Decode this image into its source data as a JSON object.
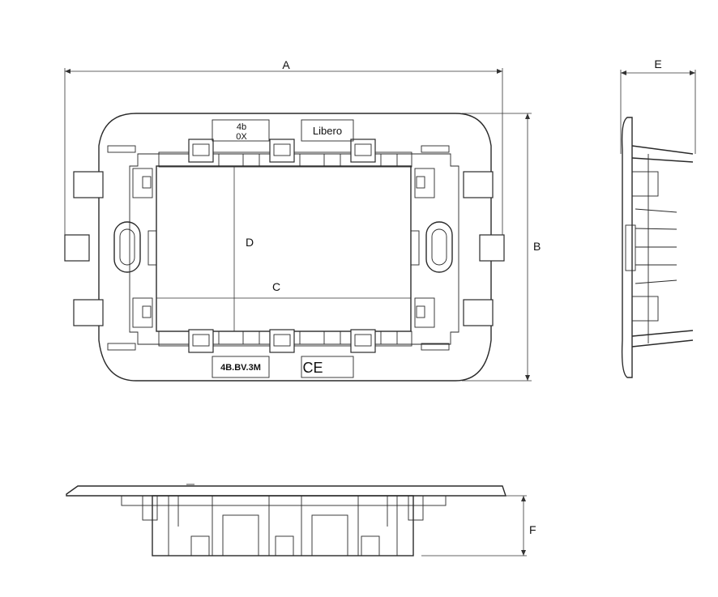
{
  "dimensions": {
    "A": "A",
    "B": "B",
    "C": "C",
    "D": "D",
    "E": "E",
    "F": "F"
  },
  "markings": {
    "top_left_logo_line1": "4b",
    "top_left_logo_line2": "0X",
    "top_right_label": "Libero",
    "bottom_left_code": "4B.BV.3M",
    "bottom_right_mark": "CE"
  }
}
